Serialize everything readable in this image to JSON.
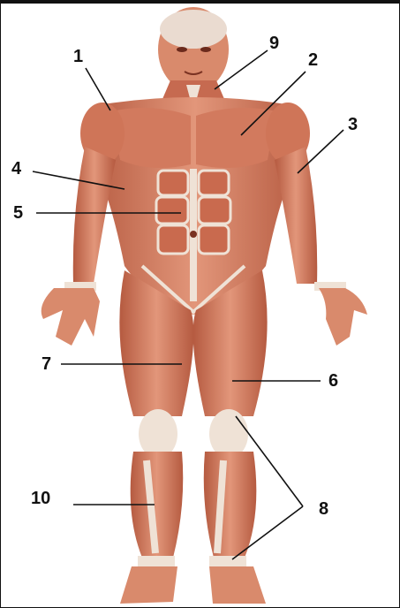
{
  "labels": [
    {
      "id": "1",
      "text": "1"
    },
    {
      "id": "2",
      "text": "2"
    },
    {
      "id": "3",
      "text": "3"
    },
    {
      "id": "4",
      "text": "4"
    },
    {
      "id": "5",
      "text": "5"
    },
    {
      "id": "6",
      "text": "6"
    },
    {
      "id": "7",
      "text": "7"
    },
    {
      "id": "8",
      "text": "8"
    },
    {
      "id": "9",
      "text": "9"
    },
    {
      "id": "10",
      "text": "10"
    }
  ],
  "colors": {
    "muscle": "#c96a4e",
    "muscle_light": "#e39478",
    "muscle_dark": "#9c4530",
    "tendon": "#efe2d6",
    "leader": "#111111"
  }
}
